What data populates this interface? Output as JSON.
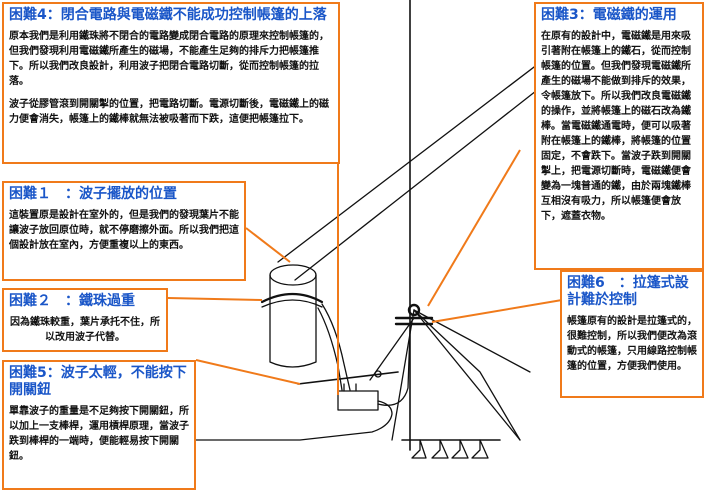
{
  "colors": {
    "box_border": "#f07a1a",
    "title_text": "#1a56c8",
    "body_text": "#111111",
    "leader_line": "#f07a1a",
    "sketch_line": "#111111"
  },
  "boxes": {
    "difficulty4": {
      "title": "困難4：閉合電路與電磁鐵不能成功控制帳篷的上落",
      "paragraphs": [
        "原本我們是利用鐵珠將不閉合的電路變成閉合電路的原理來控制帳篷的，但我們發現利用電磁鐵所產生的磁場，不能產生足夠的排斥力把帳篷推下。所以我們改良設計，利用波子把閉合電路切斷，從而控制帳篷的拉落。",
        "波子從膠管滾到開關掣的位置，把電路切斷。電源切斷後，電磁鐵上的磁力便會消失，帳篷上的鐵棒就無法被吸著而下跌，這便把帳篷拉下。"
      ]
    },
    "difficulty1": {
      "title": "困難１　：波子擺放的位置",
      "paragraphs": [
        "這裝置原是設計在室外的，但是我們的發現葉片不能讓波子放回原位時，就不停磨擦外面。所以我們把這個設計放在室內，方便重複以上的東西。"
      ]
    },
    "difficulty2": {
      "title": "困難２　：鐵珠過重",
      "paragraphs": [
        "因為鐵珠較重，葉片承托不住，所以改用波子代替。"
      ]
    },
    "difficulty5": {
      "title": "困難5：波子太輕，不能按下開關鈕",
      "paragraphs": [
        "單靠波子的重量是不足夠按下開關鈕，所以加上一支棒桿，運用槓桿原理，當波子跌到棒桿的一端時，便能輕易按下開關鈕。"
      ]
    },
    "difficulty3": {
      "title": "困難3：電磁鐵的運用",
      "paragraphs": [
        "在原有的設計中，電磁鐵是用來吸引著附在帳篷上的鐵石，從而控制帳篷的位置。但我們發現電磁鐵所產生的磁場不能做到排斥的效果，令帳篷放下。所以我們改良電磁鐵的操作，並將帳篷上的磁石改為鐵棒。當電磁鐵通電時，便可以吸著附在帳篷上的鐵棒，將帳篷的位置固定，不會跌下。當波子跌到開關掣上，把電源切斷時，電磁鐵便會變為一塊普通的鐵，由於兩塊鐵棒互相沒有吸力，所以帳篷便會放下，遮蓋衣物。"
      ]
    },
    "difficulty6": {
      "title": "困難6　：拉篷式設計難於控制",
      "paragraphs": [
        "帳篷原有的設計是拉篷式的，很難控制，所以我們便改為滾動式的帳篷，只用線路控制帳篷的位置，方便我們使用。"
      ]
    }
  }
}
